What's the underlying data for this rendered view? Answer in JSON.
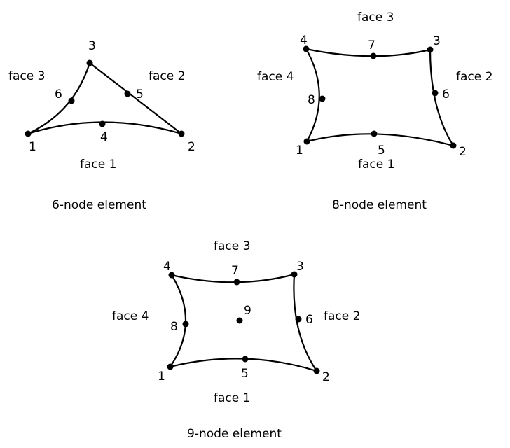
{
  "elements": [
    {
      "caption": "6-node element",
      "node_labels": [
        "1",
        "2",
        "3",
        "4",
        "5",
        "6"
      ],
      "face_labels": [
        "face 1",
        "face 2",
        "face 3"
      ]
    },
    {
      "caption": "8-node element",
      "node_labels": [
        "1",
        "2",
        "3",
        "4",
        "5",
        "6",
        "7",
        "8"
      ],
      "face_labels": [
        "face 1",
        "face 2",
        "face 3",
        "face 4"
      ]
    },
    {
      "caption": "9-node element",
      "node_labels": [
        "1",
        "2",
        "3",
        "4",
        "5",
        "6",
        "7",
        "8",
        "9"
      ],
      "face_labels": [
        "face 1",
        "face 2",
        "face 3",
        "face 4"
      ]
    }
  ]
}
